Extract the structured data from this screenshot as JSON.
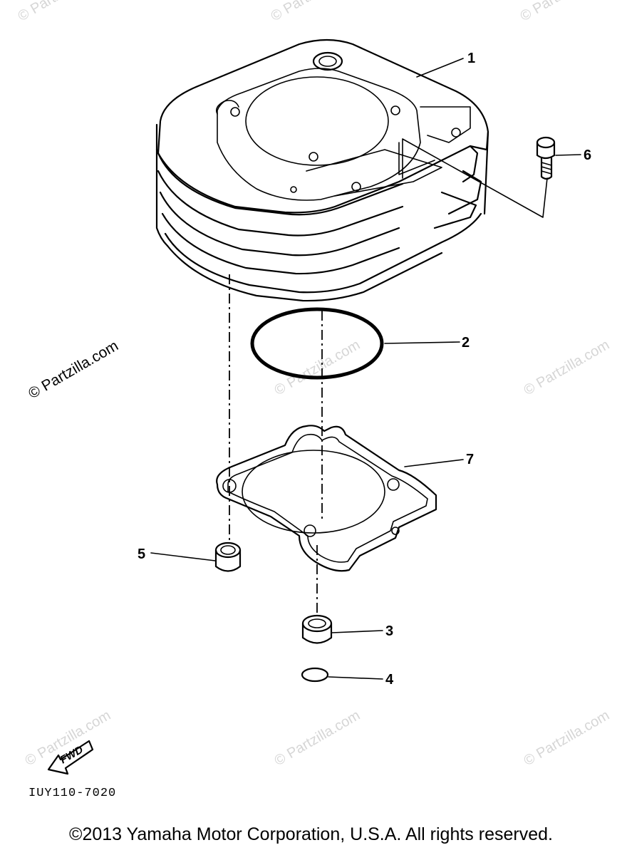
{
  "callouts": [
    "1",
    "2",
    "3",
    "4",
    "5",
    "6",
    "7"
  ],
  "diagram_code": "IUY110-7020",
  "fwd_label": "FWD",
  "watermark": "© Partzilla.com",
  "copyright": "©2013 Yamaha Motor Corporation, U.S.A. All rights reserved."
}
